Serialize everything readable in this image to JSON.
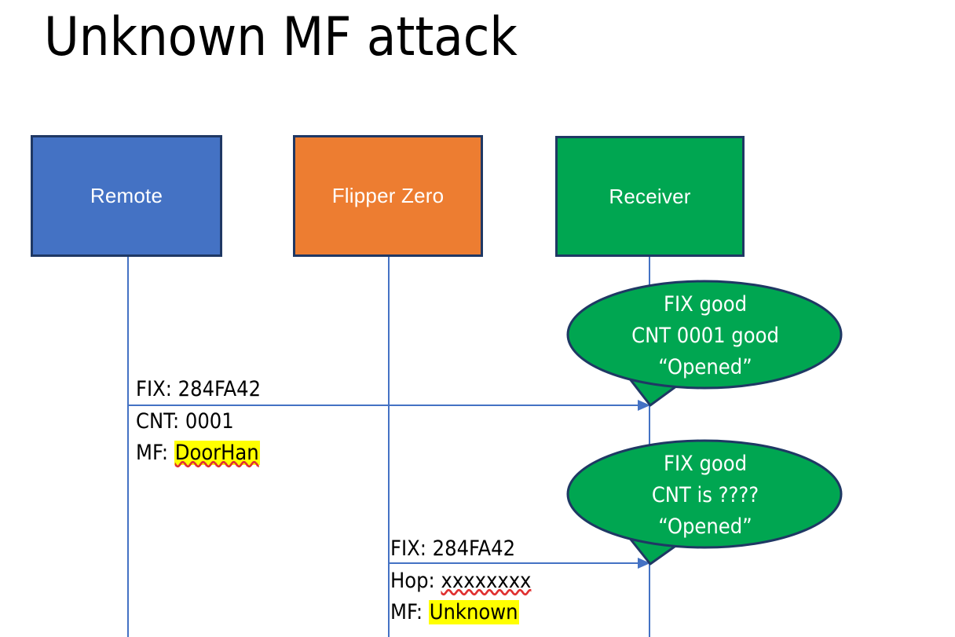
{
  "slide": {
    "title": "Unknown MF attack",
    "background": "#ffffff"
  },
  "colors": {
    "remote_fill": "#4472C4",
    "flipper_fill": "#ED7D31",
    "receiver_fill": "#00A651",
    "box_border": "#1F3864",
    "lifeline": "#4472C4",
    "arrow": "#4472C4",
    "bubble_fill": "#00A651",
    "bubble_border": "#1F3864",
    "highlight": "#FFFF00",
    "spellcheck_underline": "#E03131",
    "text_dark": "#000000",
    "text_light": "#FFFFFF"
  },
  "actors": [
    {
      "id": "remote",
      "label": "Remote"
    },
    {
      "id": "flipper",
      "label": "Flipper Zero"
    },
    {
      "id": "receiver",
      "label": "Receiver"
    }
  ],
  "messages": [
    {
      "id": "msg1",
      "from": "remote",
      "to": "receiver",
      "line_top": "FIX: 284FA42",
      "line_2_label": "CNT: 0001",
      "line_3_label": "MF: ",
      "line_3_value": "DoorHan",
      "line_3_highlighted": true,
      "line_3_spellchecked": true
    },
    {
      "id": "msg2",
      "from": "flipper",
      "to": "receiver",
      "line_top": "FIX: 284FA42",
      "line_2_label": "Hop: ",
      "line_2_value": "xxxxxxxx",
      "line_2_spellchecked": true,
      "line_3_label": "MF: ",
      "line_3_value": "Unknown",
      "line_3_highlighted": true
    }
  ],
  "bubbles": [
    {
      "id": "bubble1",
      "owner": "receiver",
      "lines": [
        "FIX good",
        "CNT 0001 good",
        "“Opened”"
      ]
    },
    {
      "id": "bubble2",
      "owner": "receiver",
      "lines": [
        "FIX good",
        "CNT is ????",
        "“Opened”"
      ]
    }
  ]
}
